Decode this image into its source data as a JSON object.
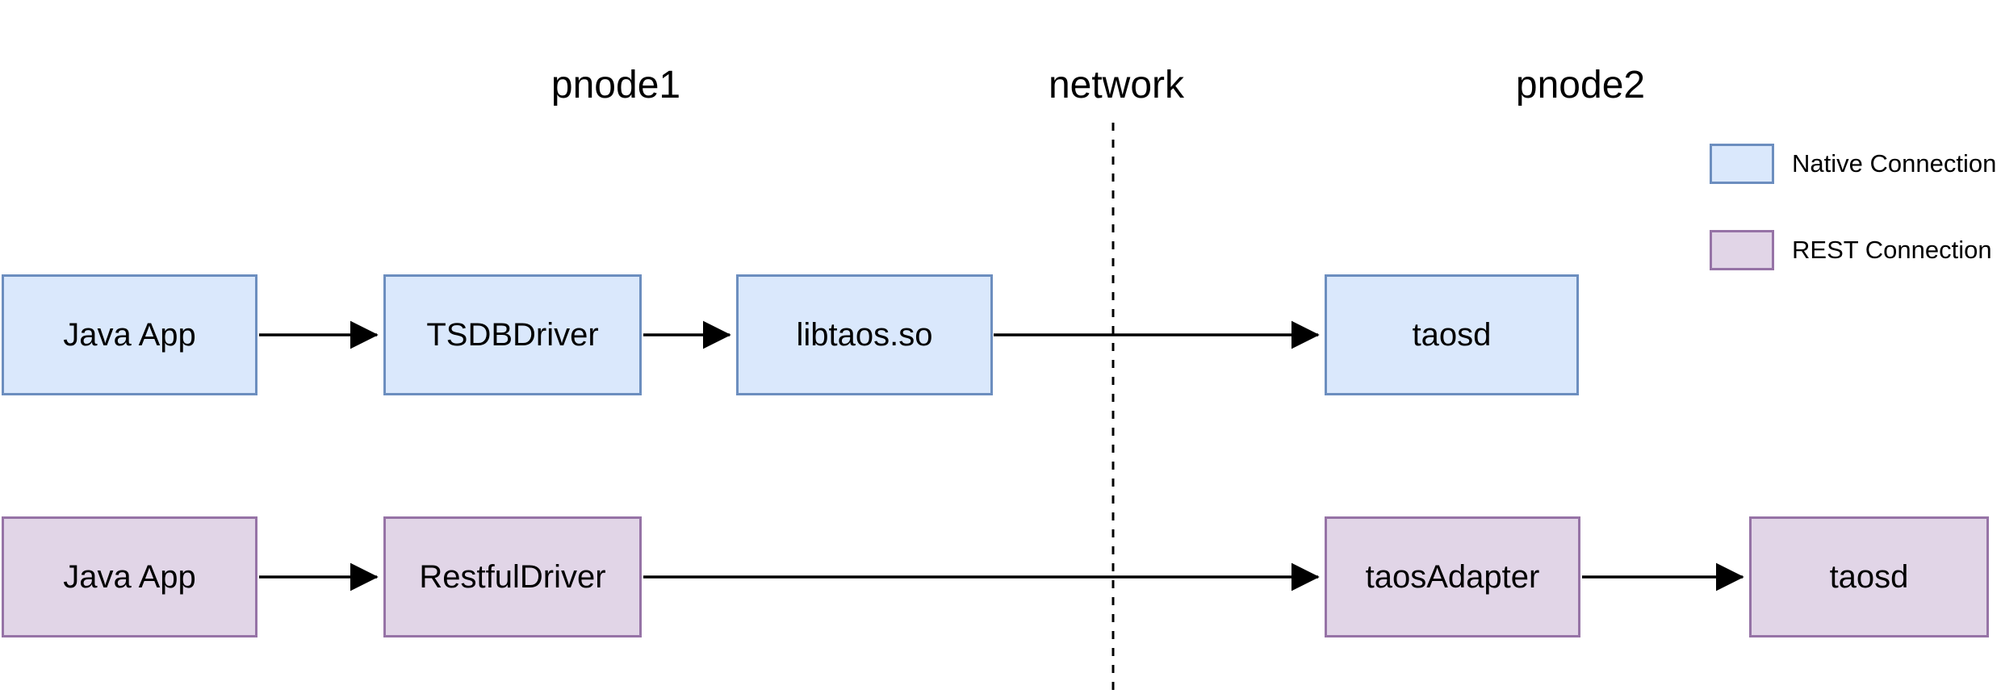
{
  "colors": {
    "native_fill": "#dae8fc",
    "native_border": "#6c8ebf",
    "rest_fill": "#e1d5e7",
    "rest_border": "#9673a6",
    "line": "#000000",
    "text": "#000000"
  },
  "section_titles": {
    "pnode1": "pnode1",
    "network": "network",
    "pnode2": "pnode2"
  },
  "native_flow": {
    "nodes": [
      {
        "label": "Java App"
      },
      {
        "label": "TSDBDriver"
      },
      {
        "label": "libtaos.so"
      },
      {
        "label": "taosd"
      }
    ]
  },
  "rest_flow": {
    "nodes": [
      {
        "label": "Java App"
      },
      {
        "label": "RestfulDriver"
      },
      {
        "label": "taosAdapter"
      },
      {
        "label": "taosd"
      }
    ]
  },
  "legend": {
    "items": [
      {
        "key": "native",
        "label": "Native Connection"
      },
      {
        "key": "rest",
        "label": "REST Connection"
      }
    ]
  }
}
